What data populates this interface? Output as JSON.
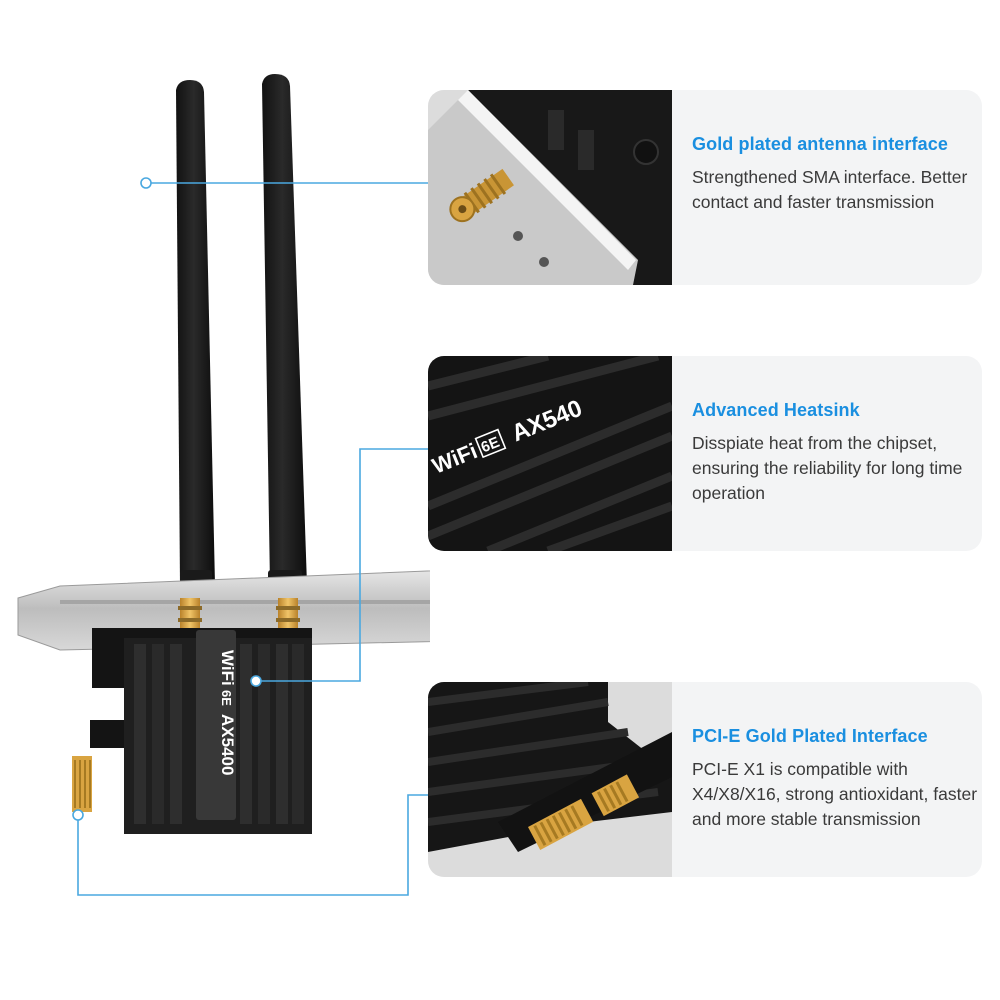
{
  "product": {
    "card_label_brand": "WiFi",
    "card_label_badge": "6E",
    "card_label_model": "AX5400"
  },
  "features": [
    {
      "title": "Gold plated antenna interface",
      "description": "Strengthened SMA interface. Better contact and faster transmission"
    },
    {
      "title": "Advanced Heatsink",
      "description": "Disspiate heat from the chipset, ensuring the reliability for long time operation",
      "thumb_label_brand": "WiFi",
      "thumb_label_badge": "6E",
      "thumb_label_model": "AX540"
    },
    {
      "title": "PCI-E Gold Plated Interface",
      "description": "PCI-E X1 is compatible with X4/X8/X16, strong antioxidant, faster and more stable transmission"
    }
  ],
  "colors": {
    "accent": "#1a8fe0",
    "connector_line": "#4aa8e0",
    "callout_bg": "#f3f4f5",
    "heatsink": "#1c1c1c",
    "gold": "#d9a441"
  }
}
